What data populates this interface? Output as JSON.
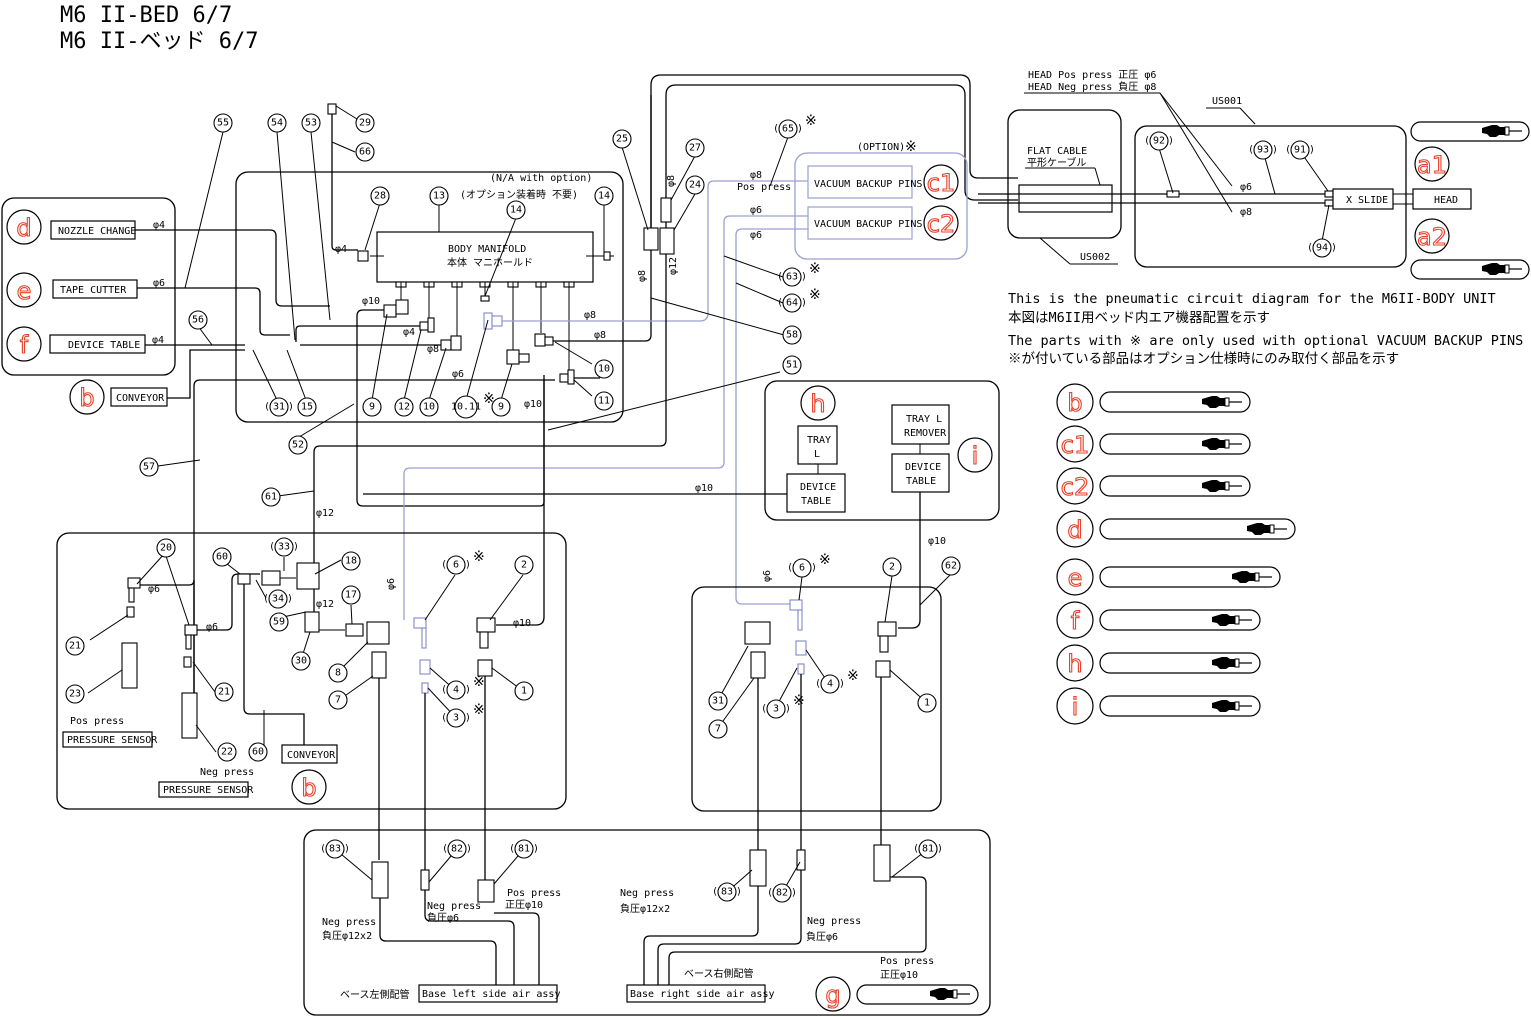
{
  "title": {
    "line1": "M6 II-BED  6/7",
    "line2": "M6 II-ベッド  6/7"
  },
  "notes": {
    "line1": "This is the pneumatic circuit diagram for the M6II-BODY UNIT",
    "line2": "本図はM6II用ベッド内エア機器配置を示す",
    "line3": "The parts with ※ are only used with optional VACUUM BACKUP PINS",
    "line4": "※が付いている部品はオプション仕様時にのみ取付く部品を示す"
  },
  "symbols": {
    "option_mark": "※",
    "phi": "φ"
  },
  "left_panel": {
    "items": [
      {
        "ref": "d",
        "label": "NOZZLE CHANGE",
        "tube": "φ4"
      },
      {
        "ref": "e",
        "label": "TAPE CUTTER",
        "tube": "φ6"
      },
      {
        "ref": "f",
        "label": "DEVICE TABLE",
        "tube": "φ4"
      }
    ],
    "conveyor": {
      "ref": "b",
      "label": "CONVEYOR"
    }
  },
  "manifold": {
    "label_en": "BODY MANIFOLD",
    "label_jp": "本体 マニホールド",
    "na_note_en": "(N/A with option)",
    "na_note_jp": "(オプション装着時 不要)",
    "tubes": {
      "t10a": "φ10",
      "t4": "φ4",
      "t4b": "φ4",
      "t8a": "φ8",
      "t8b": "φ8",
      "t8c": "φ8",
      "t6": "φ6",
      "t10b": "φ10"
    }
  },
  "vertical_tubes": {
    "p8a": "φ8",
    "p8b": "φ8",
    "p12": "φ12"
  },
  "option": {
    "label": "(OPTION)",
    "boxes": [
      {
        "ref": "c1",
        "label": "VACUUM BACKUP PINS",
        "tube": "φ8",
        "tube_note": "Pos press"
      },
      {
        "ref": "c2",
        "label": "VACUUM BACKUP PINS",
        "tube": "φ6",
        "tube2": "φ6"
      }
    ]
  },
  "head": {
    "legend_pos": "HEAD Pos press 正圧  φ6",
    "legend_neg": "HEAD Neg press 負圧  φ8",
    "flat_cable_en": "FLAT CABLE",
    "flat_cable_jp": "平形ケーブル",
    "us001": "US001",
    "us002": "US002",
    "tube6": "φ6",
    "tube8": "φ8",
    "x_slide": "X SLIDE",
    "head_label": "HEAD",
    "refs": [
      "a1",
      "a2"
    ]
  },
  "tray_panel": {
    "h_ref": "h",
    "i_ref": "i",
    "tray_l": [
      "TRAY",
      "L"
    ],
    "device_table": [
      "DEVICE",
      "TABLE"
    ],
    "tray_l_remover": [
      "TRAY L",
      "REMOVER"
    ],
    "device_table2": [
      "DEVICE",
      "TABLE"
    ],
    "tube": "φ10",
    "tube2": "φ10"
  },
  "left_lower": {
    "pos_press": "Pos press",
    "neg_press": "Neg press",
    "pressure_sensor": "PRESSURE SENSOR",
    "pressure_sensor2": "PRESSURE SENSOR",
    "conveyor": "CONVEYOR",
    "conveyor_ref": "b",
    "t6a": "φ6",
    "t6b": "φ6",
    "t12a": "φ12",
    "t12b": "φ12",
    "t6c": "φ6",
    "t10": "φ10"
  },
  "right_lower": {
    "t6": "φ6",
    "t10": "φ10"
  },
  "base_left": {
    "label_en": "Base left side air assy",
    "label_jp": "ベース左側配管",
    "neg12_en": "Neg press",
    "neg12_jp": "負圧φ12x2",
    "neg6_en": "Neg press",
    "neg6_jp": "負圧φ6",
    "pos10_en": "Pos press",
    "pos10_jp": "正圧φ10"
  },
  "base_right": {
    "label_en": "Base right side air assy",
    "label_jp": "ベース右側配管",
    "neg12_en": "Neg press",
    "neg12_jp": "負圧φ12x2",
    "neg6_en": "Neg press",
    "neg6_jp": "負圧φ6",
    "pos10_en": "Pos press",
    "pos10_jp": "正圧φ10",
    "ref": "g"
  },
  "legend_refs": [
    "b",
    "c1",
    "c2",
    "d",
    "e",
    "f",
    "h",
    "i"
  ],
  "balloons": {
    "b55": "55",
    "b54": "54",
    "b53": "53",
    "b29": "29",
    "b66": "66",
    "b28": "28",
    "b13": "13",
    "b14a": "14",
    "b14b": "14",
    "b25": "25",
    "b27": "27",
    "b24": "24",
    "b65": "65",
    "b63": "63",
    "b64": "64",
    "b58": "58",
    "b51": "51",
    "b56": "56",
    "b31": "31",
    "b15": "15",
    "b9a": "9",
    "b12": "12",
    "b10a": "10",
    "b10b": "10.11",
    "b9b": "9",
    "b10c": "10",
    "b11": "11",
    "b52": "52",
    "b57": "57",
    "b61": "61",
    "b20": "20",
    "b60a": "60",
    "b33": "33",
    "b18": "18",
    "b34": "34",
    "b17": "17",
    "b59": "59",
    "b21a": "21",
    "b21b": "21",
    "b23": "23",
    "b22": "22",
    "b30": "30",
    "b8": "8",
    "b7": "7",
    "b60b": "60",
    "b6a": "6",
    "b2a": "2",
    "b4a": "4",
    "b3a": "3",
    "b1a": "1",
    "b6b": "6",
    "b2b": "2",
    "b62": "62",
    "b31b": "31",
    "b7b": "7",
    "b3b": "3",
    "b4b": "4",
    "b1b": "1",
    "b83a": "83",
    "b82a": "82",
    "b81a": "81",
    "b83b": "83",
    "b82b": "82",
    "b81b": "81",
    "b92": "92",
    "b93": "93",
    "b91": "91",
    "b94": "94"
  }
}
